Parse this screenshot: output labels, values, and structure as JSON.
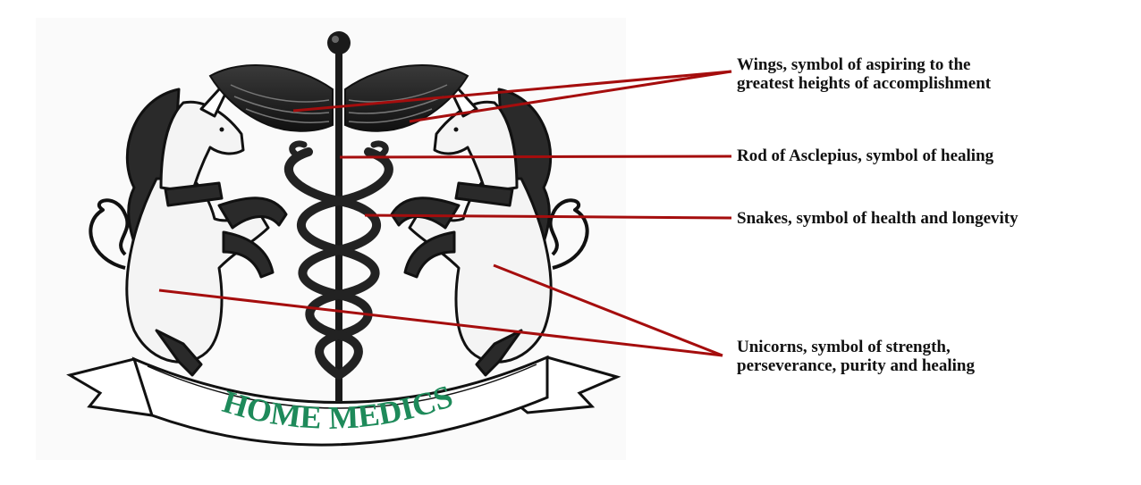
{
  "logo": {
    "banner_text": "HOME MEDICS",
    "banner_color": "#1e8a5a",
    "line_color": "#a50d0d"
  },
  "annotations": {
    "wings": {
      "line1": "Wings, symbol of aspiring to the",
      "line2": "greatest heights of accomplishment"
    },
    "rod": {
      "line1": "Rod of Asclepius, symbol of healing"
    },
    "snakes": {
      "line1": "Snakes, symbol of health and longevity"
    },
    "unicorns": {
      "line1": "Unicorns, symbol of strength,",
      "line2": "perseverance, purity and healing"
    }
  }
}
